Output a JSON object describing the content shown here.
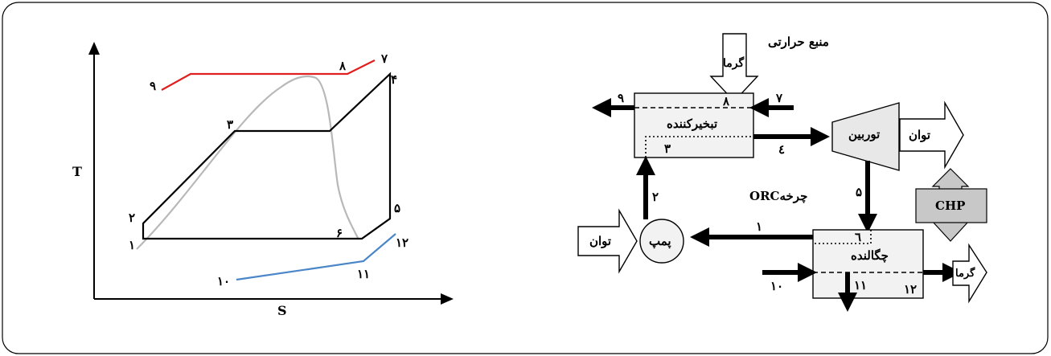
{
  "ts_diagram": {
    "t_axis": "T",
    "s_axis": "S",
    "points": {
      "p1": "۱",
      "p2": "۲",
      "p3": "۳",
      "p4": "۴",
      "p5": "۵",
      "p6": "۶",
      "p7": "۷",
      "p8": "۸",
      "p9": "۹",
      "p10": "۱۰",
      "p11": "۱۱",
      "p12": "۱۲"
    },
    "colors": {
      "hot_line": "#e02020",
      "cold_line": "#4a86c8",
      "dome": "#b8b8b8",
      "cycle": "#000000"
    }
  },
  "schematic": {
    "heat_source": "منبع حرارتی",
    "heat_in": "گرما",
    "evaporator": "تبخیرکننده",
    "turbine": "توربین",
    "power_out": "توان",
    "chp": "CHP",
    "cycle_label": "ORCچرخه",
    "pump": "پمپ",
    "power_in": "توان",
    "condenser": "چگالنده",
    "heat_out": "گرما",
    "points": {
      "s1": "۱",
      "s2": "۲",
      "s3": "۳",
      "s4": "٤",
      "s5": "۵",
      "s6": "٦",
      "s7": "۷",
      "s8": "۸",
      "s9": "۹",
      "s10": "۱۰",
      "s11": "۱۱",
      "s12": "۱۲"
    },
    "colors": {
      "box_fill": "#f2f2f2",
      "turbine_fill": "#e8e8e8",
      "chp_fill": "#c8c8c8"
    }
  }
}
